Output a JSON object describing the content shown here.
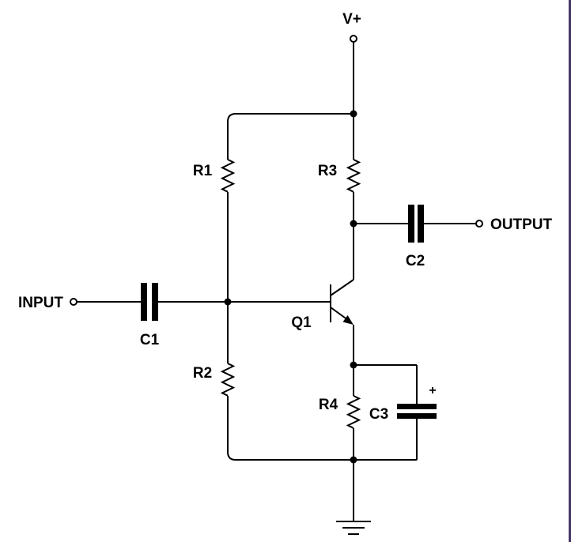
{
  "schematic": {
    "kind": "single-transistor-common-emitter-amplifier",
    "labels": {
      "power": "V+",
      "input": "INPUT",
      "output": "OUTPUT",
      "r1": "R1",
      "r2": "R2",
      "r3": "R3",
      "r4": "R4",
      "c1": "C1",
      "c2": "C2",
      "c3": "C3",
      "q1": "Q1",
      "c3_polarity": "+"
    },
    "colors": {
      "ink": "#000000",
      "background": "#ffffff",
      "right_border": "#473767"
    }
  }
}
